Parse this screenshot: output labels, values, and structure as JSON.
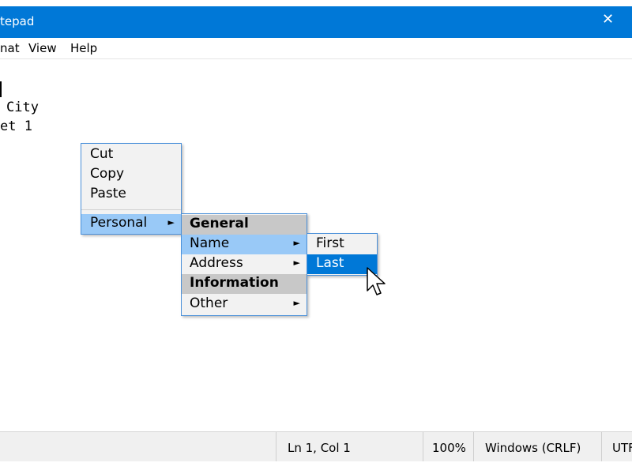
{
  "window": {
    "title": "tepad",
    "close_glyph": "✕",
    "accent": "#0078d7"
  },
  "menubar": {
    "format": "nat",
    "view": "View",
    "help": "Help"
  },
  "editor": {
    "lines": [
      "City",
      "et 1"
    ]
  },
  "context_menu": {
    "cut": "Cut",
    "copy": "Copy",
    "paste": "Paste",
    "personal": "Personal",
    "arrow": "►"
  },
  "submenu_personal": {
    "general": "General",
    "name": "Name",
    "address": "Address",
    "information": "Information",
    "other": "Other"
  },
  "submenu_name": {
    "first": "First",
    "last": "Last"
  },
  "statusbar": {
    "position": "Ln 1, Col 1",
    "zoom": "100%",
    "line_ending": "Windows (CRLF)",
    "encoding": "UTF"
  }
}
